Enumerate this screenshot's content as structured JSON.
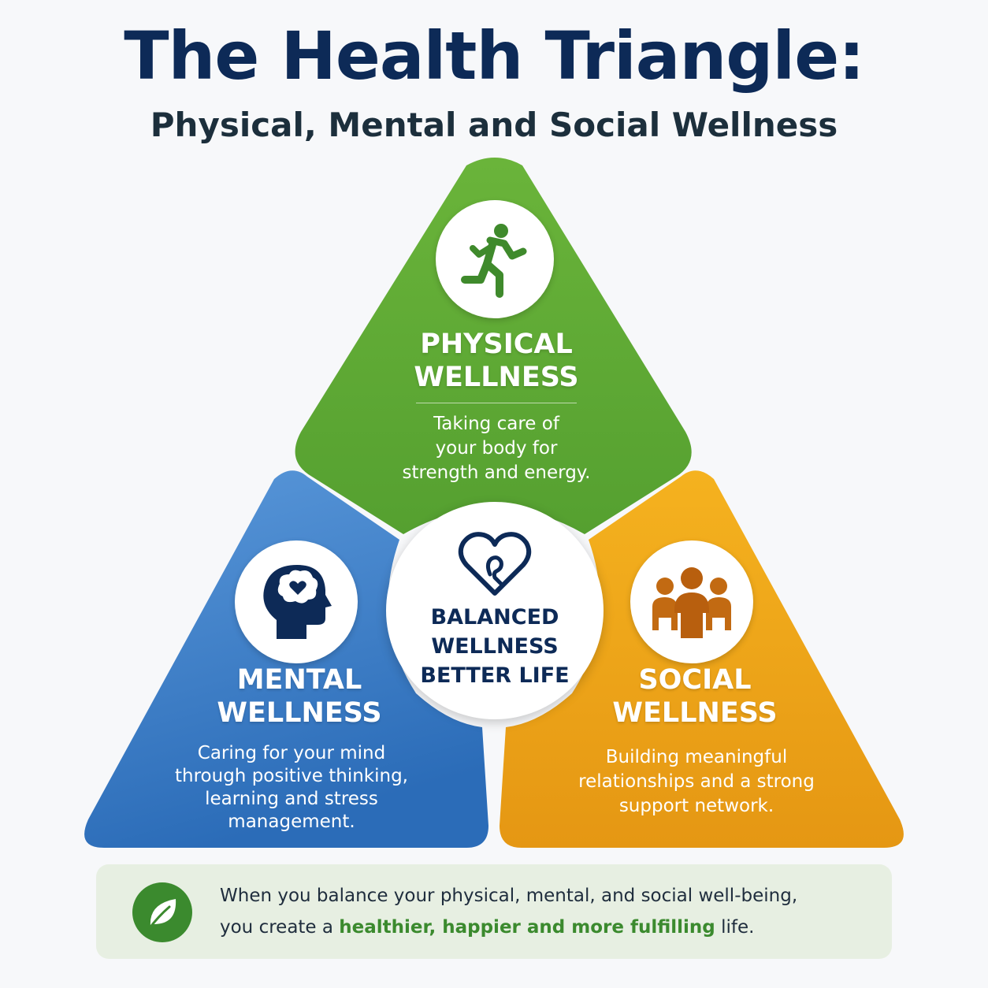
{
  "header": {
    "title": "The Health Triangle:",
    "subtitle": "Physical, Mental and Social Wellness"
  },
  "sections": {
    "physical": {
      "title_line1": "PHYSICAL",
      "title_line2": "WELLNESS",
      "desc_lines": [
        "Taking care of",
        "your body for",
        "strength and energy."
      ],
      "icon": "running-person-icon",
      "color": "#5ea534"
    },
    "mental": {
      "title_line1": "MENTAL",
      "title_line2": "WELLNESS",
      "desc_lines": [
        "Caring for your mind",
        "through positive thinking,",
        "learning and stress",
        "management."
      ],
      "icon": "head-brain-heart-icon",
      "color": "#3a7bc4"
    },
    "social": {
      "title_line1": "SOCIAL",
      "title_line2": "WELLNESS",
      "desc_lines": [
        "Building meaningful",
        "relationships and a strong",
        "support network."
      ],
      "icon": "people-group-icon",
      "color": "#eaa11a"
    }
  },
  "center": {
    "lines": [
      "BALANCED",
      "WELLNESS",
      "BETTER LIFE"
    ],
    "icon": "heart-outline-icon"
  },
  "footer": {
    "line1": "When you balance your physical, mental, and social well-being,",
    "line2_prefix": "you create a ",
    "line2_highlight": "healthier, happier and more fulfilling",
    "line2_suffix": " life.",
    "icon": "leaf-icon",
    "highlight_color": "#3b8a2e"
  }
}
